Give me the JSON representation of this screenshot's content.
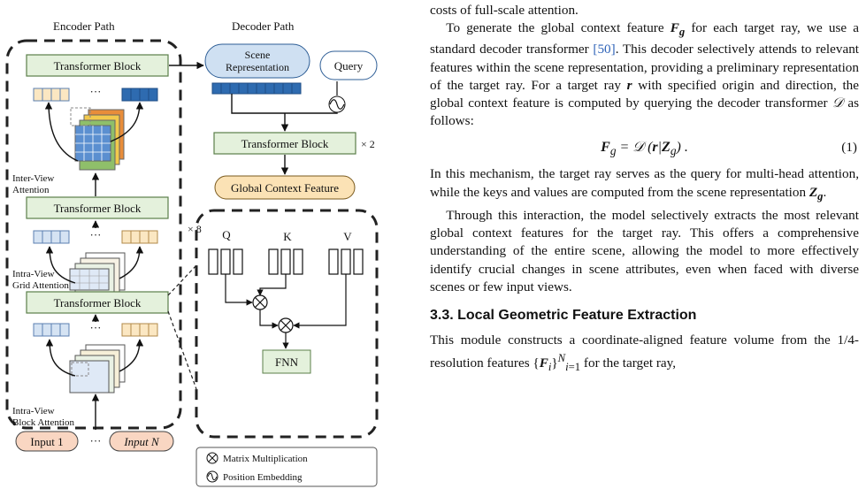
{
  "figure": {
    "encoder_title": "Encoder Path",
    "decoder_title": "Decoder Path",
    "transformer_block": "Transformer Block",
    "ellipsis": "···",
    "inter_view": [
      "Inter-View",
      "Attention"
    ],
    "intra_view_grid": [
      "Intra-View",
      "Grid Attention"
    ],
    "intra_view_block": [
      "Intra-View",
      "Block Attention"
    ],
    "scene_representation": [
      "Scene",
      "Representation"
    ],
    "query": "Query",
    "decoder_block_repeat": "× 2",
    "encoder_block_repeat": "× 8",
    "global_context_feature": "Global Context Feature",
    "attention_labels": [
      "Q",
      "K",
      "V"
    ],
    "fnn": "FNN",
    "input_1": "Input 1",
    "input_n": "Input N",
    "legend": {
      "matrix_multiplication": "Matrix Multiplication",
      "position_embedding": "Position Embedding"
    },
    "colors": {
      "block_fill": "#e4f1dc",
      "block_stroke": "#5b7f4a",
      "token_blue": "#d5e3f3",
      "token_dark_blue": "#2e6bb0",
      "token_yellow": "#fbe7c2",
      "scene_fill": "#cfe0f2",
      "gcf_fill": "#fbe2b5",
      "input_fill": "#f9d6c2",
      "grid_green": "#8fbf6a",
      "grid_yellow": "#f2c94c",
      "grid_orange": "#e88d3a",
      "grid_blue": "#5b8fd0"
    }
  },
  "text": {
    "line0": "costs of full-scale attention.",
    "p1_a": "To generate the global context feature ",
    "p1_b": " for each target ray, we use a standard decoder transformer ",
    "p1_cite": "[50]",
    "p1_c": ". This decoder selectively attends to relevant features within the scene representation, providing a preliminary representation of the target ray. For a target ray ",
    "p1_d": " with specified origin and direction, the global context feature is computed by querying the decoder transformer ",
    "p1_e": " as follows:",
    "eq1": "F_g = D (r | Z_g) .",
    "eq1_num": "(1)",
    "p2_a": "In this mechanism, the target ray serves as the query for multi-head attention, while the keys and values are computed from the scene representation ",
    "p2_b": ".",
    "p3": "Through this interaction, the model selectively extracts the most relevant global context features for the target ray. This offers a comprehensive understanding of the entire scene, allowing the model to more effectively identify crucial changes in scene attributes, even when faced with diverse scenes or few input views.",
    "section": "3.3. Local Geometric Feature Extraction",
    "p4_a": "This module constructs a coordinate-aligned feature volume from the 1/4-resolution features ",
    "p4_b": " for the target ray,"
  }
}
